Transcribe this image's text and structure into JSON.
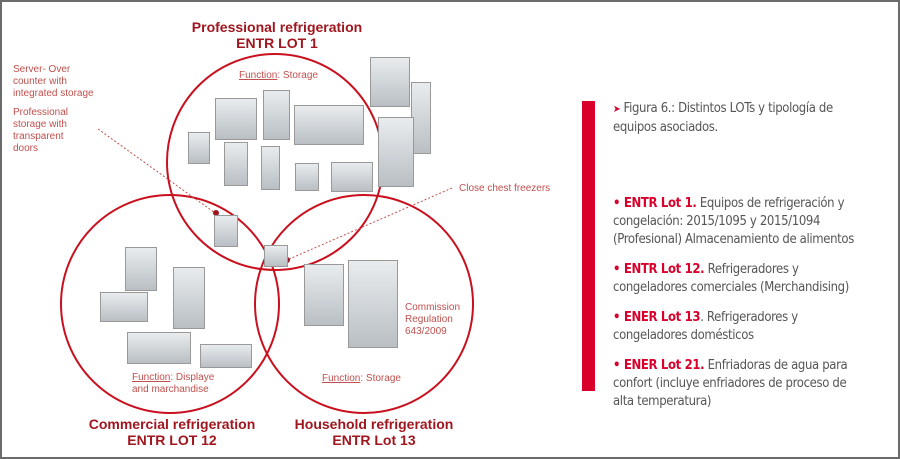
{
  "colors": {
    "accent": "#d9002b",
    "circle": "#c8101e",
    "title": "#a0161e",
    "note": "#c0504d"
  },
  "diagram": {
    "professional": {
      "title": "Professional refrigeration",
      "lot": "ENTR LOT 1",
      "function_label": "Function",
      "function_value": ": Storage"
    },
    "commercial": {
      "title": "Commercial refrigeration",
      "lot": "ENTR LOT 12",
      "function_label": "Function",
      "function_value": ": Displaye",
      "function_value2": "and marchandise"
    },
    "household": {
      "title": "Household refrigeration",
      "lot": "ENTR Lot 13",
      "function_label": "Function",
      "function_value": ": Storage"
    },
    "notes": {
      "server": [
        "Server- Over",
        "counter with",
        "integrated storage"
      ],
      "transparent": [
        "Professional",
        "storage with",
        "transparent",
        "doors"
      ],
      "chest": "Close chest freezers",
      "commission": [
        "Commission",
        "Regulation",
        "643/2009"
      ]
    }
  },
  "panel": {
    "caption_icon": "chevron-circle-right-icon",
    "caption": "Figura 6.: Distintos LOTs y tipología de equipos asociados.",
    "items": [
      {
        "key": "ENTR Lot 1.",
        "text": " Equipos de refrigeración y congelación: 2015/1095 y 2015/1094 (Profesional) Almacenamiento de alimentos"
      },
      {
        "key": "ENTR Lot 12.",
        "text": "  Refrigeradores y congeladores comerciales (Merchandising)"
      },
      {
        "key": "ENER Lot 13",
        "text": ". Refrigeradores y congeladores domésticos"
      },
      {
        "key": "ENER Lot 21.",
        "text": " Enfriadoras de agua para confort (incluye enfriadores de proceso de alta temperatura)"
      }
    ]
  }
}
